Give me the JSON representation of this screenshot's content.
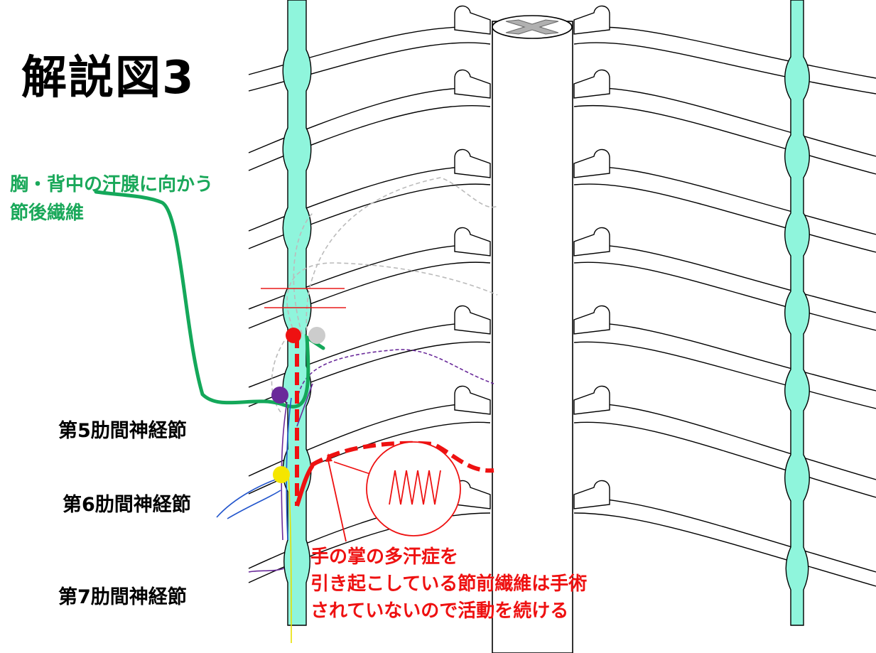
{
  "title": "解説図3",
  "green_label": {
    "line1": "胸・背中の汗腺に向かう",
    "line2": "節後繊維"
  },
  "ganglia": {
    "g5": "第5肋間神経節",
    "g6": "第6肋間神経節",
    "g7": "第7肋間神経節"
  },
  "red_label": {
    "line1": "手の掌の多汗症を",
    "line2": "引き起こしている節前繊維は手術",
    "line3": "されていないので活動を続ける"
  },
  "colors": {
    "chain": "#8ff5dc",
    "green_fiber": "#14a85a",
    "red_fiber": "#ee1111",
    "purple": "#6a2a9a",
    "yellow": "#f5e600",
    "grey": "#cccccc"
  },
  "icons": [
    "zigzag-activity-icon"
  ]
}
